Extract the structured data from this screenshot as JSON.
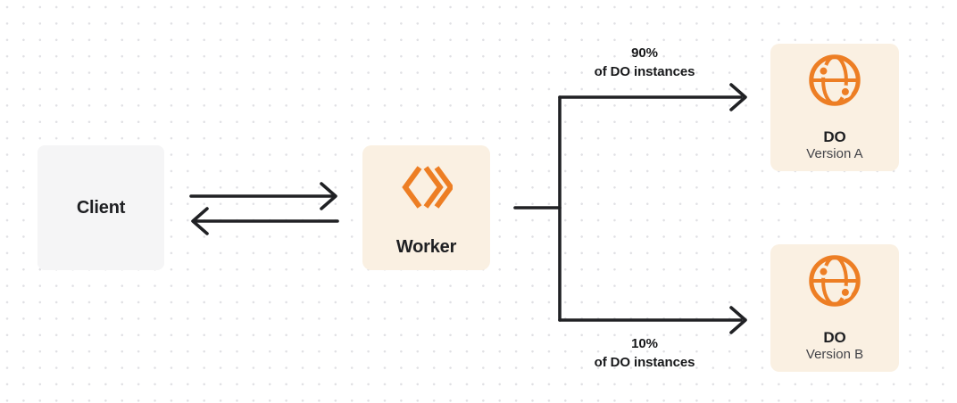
{
  "nodes": {
    "client": {
      "label": "Client"
    },
    "worker": {
      "label": "Worker",
      "icon": "cloudflare-workers-logo-icon"
    },
    "do_version_a": {
      "title": "DO",
      "subtitle": "Version A",
      "icon": "durable-object-globe-icon"
    },
    "do_version_b": {
      "title": "DO",
      "subtitle": "Version B",
      "icon": "durable-object-globe-icon"
    }
  },
  "edges": {
    "top_branch": {
      "percent": "90%",
      "caption": "of DO instances"
    },
    "bottom_branch": {
      "percent": "10%",
      "caption": "of DO instances"
    }
  },
  "colors": {
    "accent_orange": "#ED7E24",
    "node_cream": "#FAF0E2",
    "node_gray": "#F5F5F6",
    "connector_dark": "#202124"
  }
}
